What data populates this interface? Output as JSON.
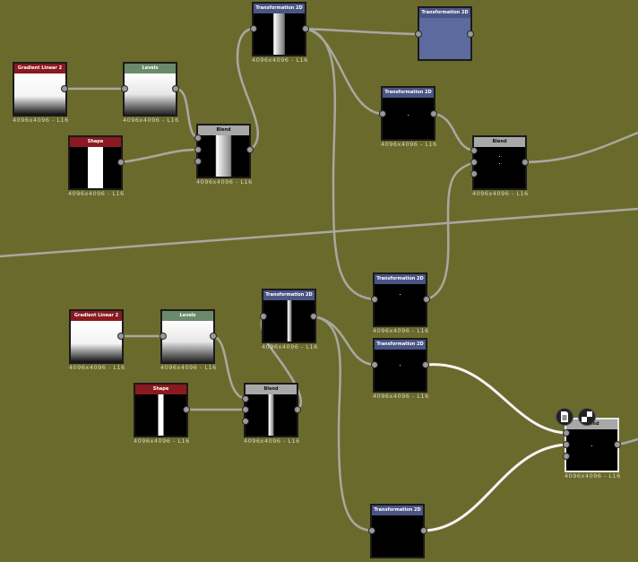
{
  "colors": {
    "canvas_bg": "#6b6a2d",
    "wire": "#a8a8a0",
    "wire_active": "#f4f4f4",
    "header_transform": "#4b5585",
    "header_gradient": "#8a1a20",
    "header_shape": "#8a1a20",
    "header_levels": "#6b8a6b",
    "header_blend": "#a8a8a8",
    "selected_node_body": "#5c6a9e"
  },
  "graph": {
    "nodes": {
      "gl1": {
        "title": "Gradient Linear 2",
        "caption": "4096x4096 - L16"
      },
      "lv1": {
        "title": "Levels",
        "caption": "4096x4096 - L16"
      },
      "sh1": {
        "title": "Shape",
        "caption": "4096x4096 - L16"
      },
      "bl1": {
        "title": "Blend",
        "caption": "4096x4096 - L16"
      },
      "tf1": {
        "title": "Transformation 2D",
        "caption": "4096x4096 - L16"
      },
      "tf2": {
        "title": "Transformation 2D",
        "caption": ""
      },
      "tf3": {
        "title": "Transformation 2D",
        "caption": "4096x4096 - L16"
      },
      "bl2": {
        "title": "Blend",
        "caption": "4096x4096 - L16"
      },
      "tf4": {
        "title": "Transformation 2D",
        "caption": "4096x4096 - L16"
      },
      "gl2": {
        "title": "Gradient Linear 2",
        "caption": "4096x4096 - L16"
      },
      "lv2": {
        "title": "Levels",
        "caption": "4096x4096 - L16"
      },
      "tf5": {
        "title": "Transformation 2D",
        "caption": "4096x4096 - L16"
      },
      "tf6": {
        "title": "Transformation 2D",
        "caption": "4096x4096 - L16"
      },
      "sh2": {
        "title": "Shape",
        "caption": "4096x4096 - L16"
      },
      "bl3": {
        "title": "Blend",
        "caption": "4096x4096 - L16"
      },
      "bl4": {
        "title": "Blend",
        "caption": "4096x4096 - L16"
      },
      "tf7": {
        "title": "Transformation 2D",
        "caption": ""
      }
    },
    "selected_node_icons": [
      "document-icon",
      "checker-icon"
    ]
  }
}
